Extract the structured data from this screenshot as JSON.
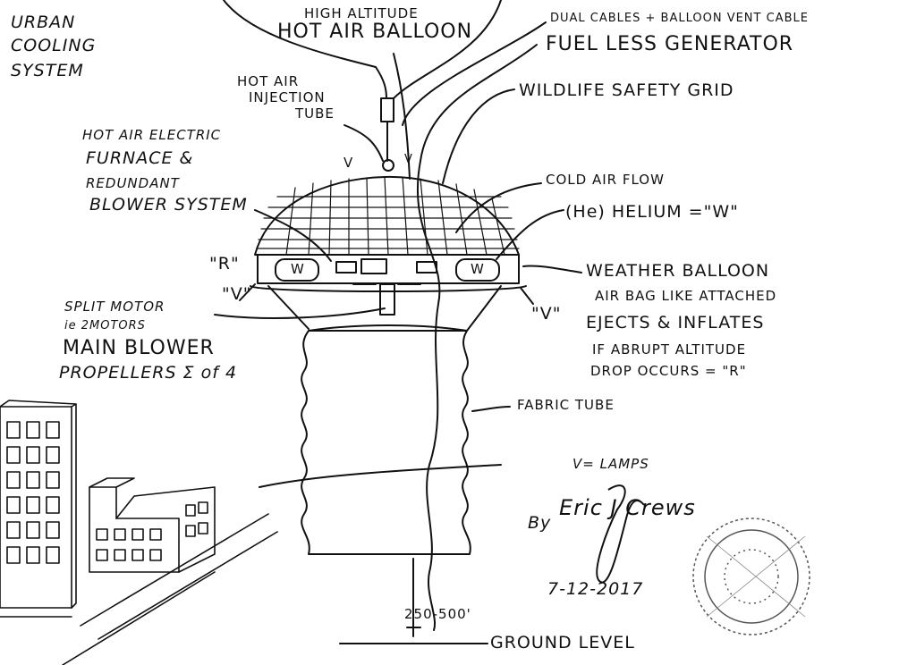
{
  "title": [
    "URBAN",
    "COOLING",
    "SYSTEM"
  ],
  "labels": {
    "high_altitude": "HIGH ALTITUDE",
    "hot_air_balloon": "HOT AIR BALLOON",
    "dual_cables": "DUAL CABLES + BALLOON VENT CABLE",
    "fuel_less_generator": "FUEL LESS GENERATOR",
    "hot_air_injection_tube": [
      "HOT AIR",
      "INJECTION",
      "TUBE"
    ],
    "wildlife_safety_grid": "WILDLIFE SAFETY GRID",
    "furnace": [
      "HOT AIR ELECTRIC",
      "FURNACE &",
      "REDUNDANT",
      "BLOWER SYSTEM"
    ],
    "cold_air_flow": "COLD AIR FLOW",
    "helium": "(He) HELIUM =\"W\"",
    "r_marker": "\"R\"",
    "v_marker_left": "\"V\"",
    "v_marker_right": "\"V\"",
    "w_left": "W",
    "w_right": "W",
    "v_lamp_left": "V",
    "v_lamp_right": "V",
    "weather_balloon": [
      "WEATHER BALLOON",
      "AIR BAG LIKE ATTACHED",
      "EJECTS & INFLATES",
      "IF ABRUPT ALTITUDE",
      "DROP OCCURS = \"R\""
    ],
    "split_motor": [
      "SPLIT MOTOR",
      "ie 2MOTORS"
    ],
    "main_blower": [
      "MAIN BLOWER",
      "PROPELLERS Σ of 4"
    ],
    "fabric_tube": "FABRIC TUBE",
    "v_lamps": "V= LAMPS",
    "by": "By",
    "signature": "Eric J Crews",
    "height": "250-500'",
    "ground_level": "GROUND LEVEL",
    "date": "7-12-2017"
  }
}
